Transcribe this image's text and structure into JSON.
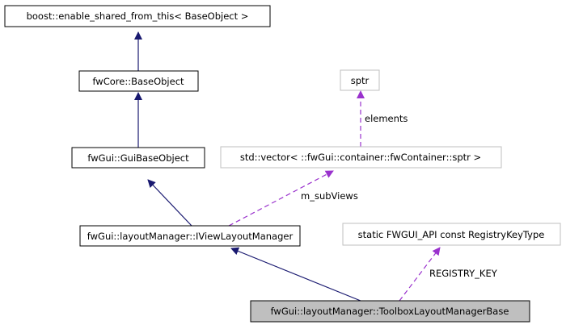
{
  "colors": {
    "inheritance_edge": "#191970",
    "usage_edge": "#9a32cd",
    "node_border_solid": "#000000",
    "node_border_external": "#bfbfbf",
    "highlight_fill": "#bfbfbf",
    "node_fill": "#ffffff"
  },
  "nodes": {
    "enable_shared": {
      "label": "boost::enable_shared_from_this< BaseObject >"
    },
    "base_object": {
      "label": "fwCore::BaseObject"
    },
    "gui_base_object": {
      "label": "fwGui::GuiBaseObject"
    },
    "iview_layout": {
      "label": "fwGui::layoutManager::IViewLayoutManager"
    },
    "toolbox_layout": {
      "label": "fwGui::layoutManager::ToolboxLayoutManagerBase"
    },
    "sptr": {
      "label": "sptr"
    },
    "vector_container": {
      "label": "std::vector< ::fwGui::container::fwContainer::sptr >"
    },
    "registry_key_type": {
      "label": "static FWGUI_API const RegistryKeyType"
    }
  },
  "edges": {
    "elements": {
      "label": "elements"
    },
    "m_subviews": {
      "label": "m_subViews"
    },
    "registry_key": {
      "label": "REGISTRY_KEY"
    }
  }
}
